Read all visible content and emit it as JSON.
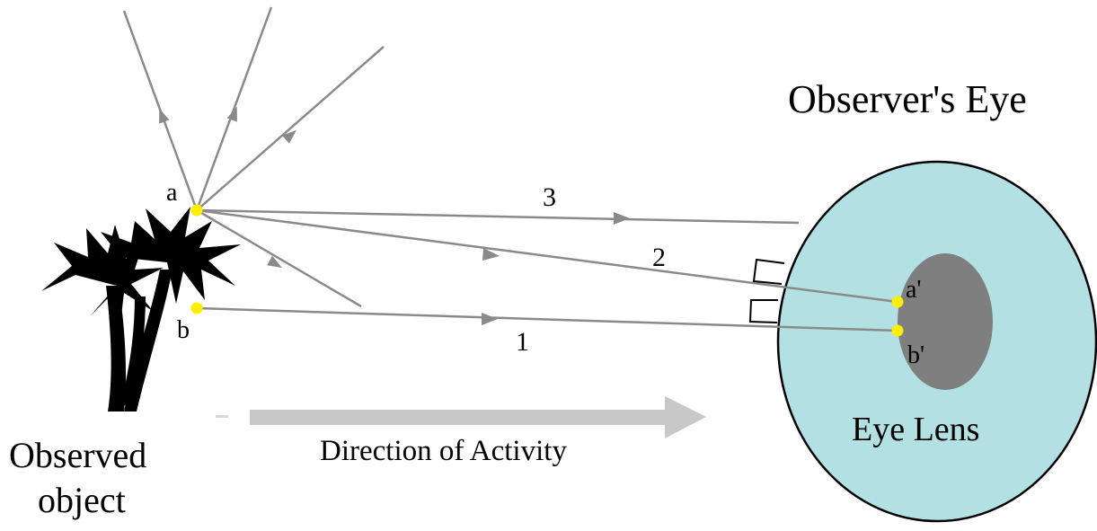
{
  "labels": {
    "eye_title": "Observer's Eye",
    "point_a": "a",
    "point_b": "b",
    "point_a_prime": "a'",
    "point_b_prime": "b'",
    "ray_1": "1",
    "ray_2": "2",
    "ray_3": "3",
    "eye_lens": "Eye Lens",
    "direction": "Direction of Activity",
    "observed_line1": "Observed",
    "observed_line2": "object"
  },
  "colors": {
    "ray": "#8a8a8a",
    "eye_fill": "#b3e1e3",
    "lens_fill": "#7f7f7f",
    "point": "#ffee00",
    "direction_arrow": "#c8c8c8",
    "tree": "#000000"
  },
  "icons": {
    "tree": "palm-tree-silhouette"
  }
}
